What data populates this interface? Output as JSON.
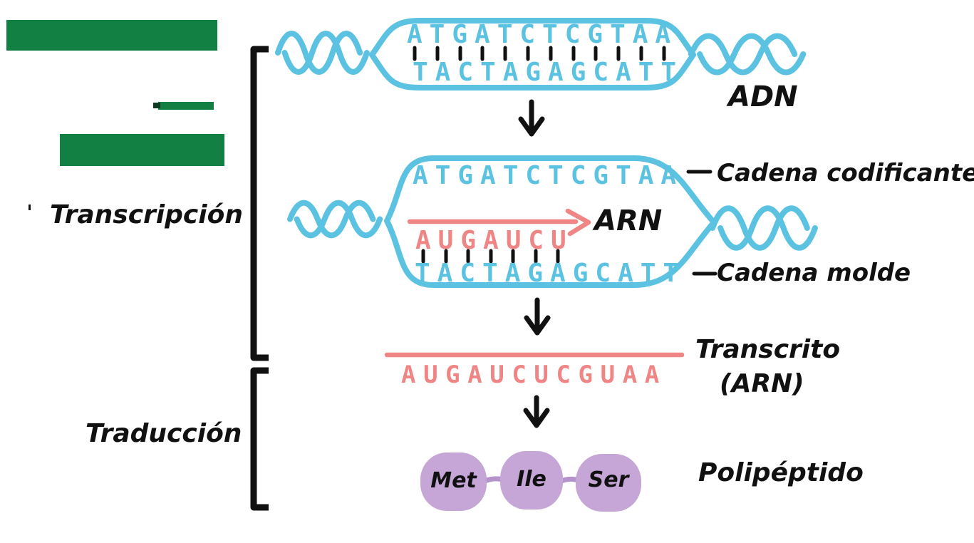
{
  "palette": {
    "dna_blue": "#5bc2e1",
    "rna_red": "#f08585",
    "protein_purple": "#c5a6d6",
    "bond_purple": "#b492cc",
    "green": "#118042",
    "dark_green": "#0d3b23",
    "ink": "#111111"
  },
  "process_labels": {
    "transcription": "Transcripción",
    "translation": "Traducción"
  },
  "dna": {
    "label": "ADN",
    "coding_strand": "ATGATCTCGTAA",
    "template_strand": "TACTAGAGCATT"
  },
  "bubble": {
    "coding_strand": "ATGATCTCGTAA",
    "rna_sequence": "AUGAUCU",
    "rna_label": "ARN",
    "template_strand": "TACTAGAGCATT",
    "coding_strand_label": "Cadena codificante",
    "template_strand_label": "Cadena molde"
  },
  "transcript": {
    "sequence": "AUGAUCUCGUAA",
    "label_line1": "Transcrito",
    "label_line2": "(ARN)"
  },
  "polypeptide": {
    "label": "Polipéptido",
    "residues": [
      "Met",
      "Ile",
      "Ser"
    ]
  }
}
